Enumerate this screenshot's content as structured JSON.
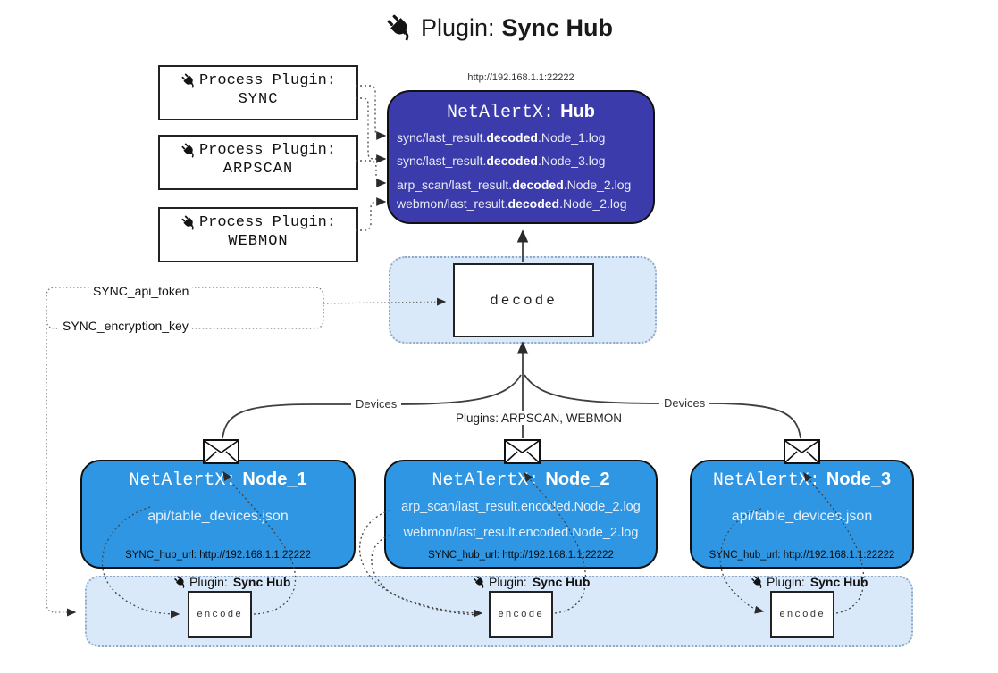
{
  "title": {
    "prefix": "Plugin:",
    "name": "Sync Hub"
  },
  "process_plugins": [
    {
      "label": "Process Plugin:",
      "name": "SYNC"
    },
    {
      "label": "Process Plugin:",
      "name": "ARPSCAN"
    },
    {
      "label": "Process Plugin:",
      "name": "WEBMON"
    }
  ],
  "hub": {
    "url": "http://192.168.1.1:22222",
    "title_prefix": "NetAlertX:",
    "title_name": "Hub",
    "logs": [
      {
        "prefix": "sync/last_result.",
        "bold": "decoded",
        "suffix": ".Node_1.log"
      },
      {
        "prefix": "sync/last_result.",
        "bold": "decoded",
        "suffix": ".Node_3.log"
      },
      {
        "prefix": "arp_scan/last_result.",
        "bold": "decoded",
        "suffix": ".Node_2.log"
      },
      {
        "prefix": "webmon/last_result.",
        "bold": "decoded",
        "suffix": ".Node_2.log"
      }
    ]
  },
  "decode_label": "decode",
  "secrets": {
    "api_token": "SYNC_api_token",
    "encryption_key": "SYNC_encryption_key"
  },
  "edge_labels": {
    "devices_left": "Devices",
    "devices_right": "Devices",
    "plugins_center": "Plugins: ARPSCAN, WEBMON"
  },
  "nodes": [
    {
      "title_prefix": "NetAlertX:",
      "title_name": "Node_1",
      "files": [
        "api/table_devices.json"
      ],
      "hub_url": "SYNC_hub_url: http://192.168.1.1:22222"
    },
    {
      "title_prefix": "NetAlertX:",
      "title_name": "Node_2",
      "files": [
        "arp_scan/last_result.encoded.Node_2.log",
        "webmon/last_result.encoded.Node_2.log"
      ],
      "hub_url": "SYNC_hub_url: http://192.168.1.1:22222"
    },
    {
      "title_prefix": "NetAlertX:",
      "title_name": "Node_3",
      "files": [
        "api/table_devices.json"
      ],
      "hub_url": "SYNC_hub_url: http://192.168.1.1:22222"
    }
  ],
  "encoders": {
    "label_prefix": "Plugin:",
    "label_name": "Sync Hub",
    "box_label": "encode"
  },
  "colors": {
    "hub_bg": "#3b3bab",
    "node_bg": "#2f96e3",
    "container_bg": "#d9e9f9",
    "container_border": "#8fa9c7",
    "line": "#3f3f3f"
  }
}
